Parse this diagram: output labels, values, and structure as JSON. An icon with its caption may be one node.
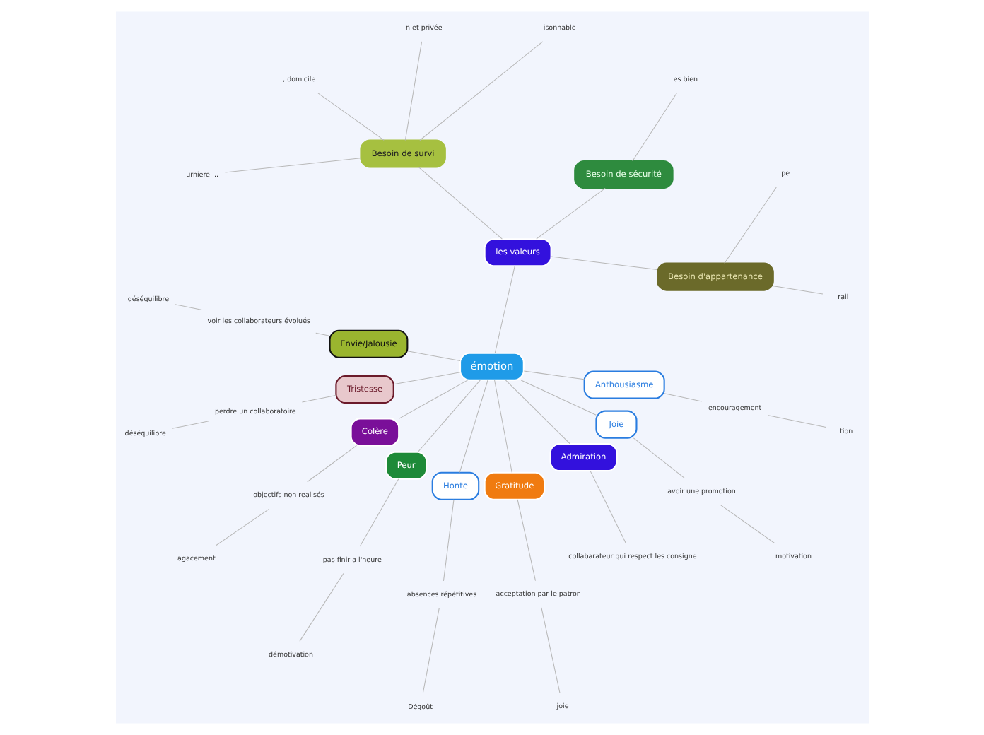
{
  "diagram": {
    "nodes": [
      {
        "text": [
          "émotion"
        ]
      },
      {
        "text": [
          "les valeurs"
        ]
      },
      {
        "text": [
          "Besoin d'appartenance"
        ]
      },
      {
        "text": [
          "rail"
        ]
      },
      {
        "text": [
          "pe"
        ]
      },
      {
        "text": [
          "Besoin de sécurité"
        ]
      },
      {
        "text": [
          "es bien"
        ]
      },
      {
        "text": [
          "Besoin de survi"
        ]
      },
      {
        "text": [
          "isonnable"
        ]
      },
      {
        "text": [
          "n et privée"
        ]
      },
      {
        "text": [
          ", domicile"
        ]
      },
      {
        "text": [
          "urniere ..."
        ]
      },
      {
        "text": [
          "Envie/Jalousie"
        ]
      },
      {
        "text": [
          "voir les collaborateurs évolués"
        ]
      },
      {
        "text": [
          "déséquilibre"
        ]
      },
      {
        "text": [
          "Tristesse"
        ]
      },
      {
        "text": [
          "perdre un collaboratoire"
        ]
      },
      {
        "text": [
          "déséquilibre"
        ]
      },
      {
        "text": [
          "Colère"
        ]
      },
      {
        "text": [
          "objectifs non realisés"
        ]
      },
      {
        "text": [
          "agacement"
        ]
      },
      {
        "text": [
          "Peur"
        ]
      },
      {
        "text": [
          "pas finir a l'heure"
        ]
      },
      {
        "text": [
          "démotivation"
        ]
      },
      {
        "text": [
          "Honte"
        ]
      },
      {
        "text": [
          "absences répétitives"
        ]
      },
      {
        "text": [
          "Dégoût"
        ]
      },
      {
        "text": [
          "Gratitude"
        ]
      },
      {
        "text": [
          "acceptation par le patron"
        ]
      },
      {
        "text": [
          "joie"
        ]
      },
      {
        "text": [
          "Admiration"
        ]
      },
      {
        "text": [
          "collabarateur qui respect les consigne"
        ]
      },
      {
        "text": [
          "Joie"
        ]
      },
      {
        "text": [
          "avoir une promotion"
        ]
      },
      {
        "text": [
          "motivation"
        ]
      },
      {
        "text": [
          "Anthousiasme"
        ]
      },
      {
        "text": [
          "encouragement"
        ]
      },
      {
        "text": [
          "tion"
        ]
      }
    ],
    "edges": [
      {
        "from": 0,
        "to": 1,
        "arrow": "none"
      },
      {
        "from": 1,
        "to": 2,
        "arrow": "none"
      },
      {
        "from": 2,
        "to": 3,
        "arrow": "none"
      },
      {
        "from": 2,
        "to": 4,
        "arrow": "none"
      },
      {
        "from": 1,
        "to": 5,
        "arrow": "none"
      },
      {
        "from": 5,
        "to": 6,
        "arrow": "none"
      },
      {
        "from": 1,
        "to": 7,
        "arrow": "none"
      },
      {
        "from": 7,
        "to": 8,
        "arrow": "none"
      },
      {
        "from": 7,
        "to": 9,
        "arrow": "none"
      },
      {
        "from": 7,
        "to": 10,
        "arrow": "none"
      },
      {
        "from": 7,
        "to": 11,
        "arrow": "none"
      },
      {
        "from": 0,
        "to": 12,
        "arrow": "none"
      },
      {
        "from": 12,
        "to": 13,
        "arrow": "none"
      },
      {
        "from": 13,
        "to": 14,
        "arrow": "none"
      },
      {
        "from": 0,
        "to": 15,
        "arrow": "none"
      },
      {
        "from": 15,
        "to": 16,
        "arrow": "none"
      },
      {
        "from": 16,
        "to": 17,
        "arrow": "none"
      },
      {
        "from": 0,
        "to": 18,
        "arrow": "none"
      },
      {
        "from": 18,
        "to": 19,
        "arrow": "none"
      },
      {
        "from": 19,
        "to": 20,
        "arrow": "none"
      },
      {
        "from": 0,
        "to": 21,
        "arrow": "none"
      },
      {
        "from": 21,
        "to": 22,
        "arrow": "none"
      },
      {
        "from": 22,
        "to": 23,
        "arrow": "none"
      },
      {
        "from": 0,
        "to": 24,
        "arrow": "none"
      },
      {
        "from": 24,
        "to": 25,
        "arrow": "none"
      },
      {
        "from": 25,
        "to": 26,
        "arrow": "none"
      },
      {
        "from": 0,
        "to": 27,
        "arrow": "none"
      },
      {
        "from": 27,
        "to": 28,
        "arrow": "none"
      },
      {
        "from": 28,
        "to": 29,
        "arrow": "none"
      },
      {
        "from": 0,
        "to": 30,
        "arrow": "none"
      },
      {
        "from": 30,
        "to": 31,
        "arrow": "none"
      },
      {
        "from": 0,
        "to": 32,
        "arrow": "none"
      },
      {
        "from": 32,
        "to": 33,
        "arrow": "none"
      },
      {
        "from": 33,
        "to": 34,
        "arrow": "none"
      },
      {
        "from": 0,
        "to": 35,
        "arrow": "none"
      },
      {
        "from": 35,
        "to": 36,
        "arrow": "none"
      },
      {
        "from": 36,
        "to": 37,
        "arrow": "none"
      }
    ]
  }
}
